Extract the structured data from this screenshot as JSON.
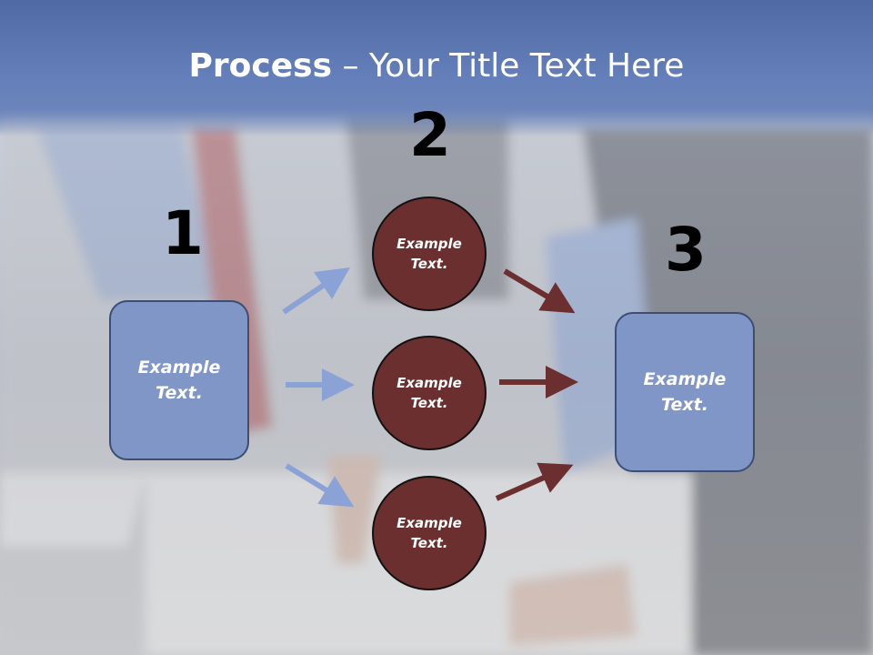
{
  "slide": {
    "title_bold": "Process",
    "title_rest": " – Your Title Text Here"
  },
  "steps": [
    {
      "number": "1",
      "text_line1": "Example",
      "text_line2": "Text."
    },
    {
      "number": "2",
      "circles": [
        {
          "text_line1": "Example",
          "text_line2": "Text."
        },
        {
          "text_line1": "Example",
          "text_line2": "Text."
        },
        {
          "text_line1": "Example",
          "text_line2": "Text."
        }
      ]
    },
    {
      "number": "3",
      "text_line1": "Example",
      "text_line2": "Text."
    }
  ],
  "colors": {
    "title_band": "#5a72a8",
    "box_fill": "#8096c6",
    "circle_fill": "#6b2f2f",
    "blue_arrow": "#8aa2d6",
    "red_arrow": "#6b2f2f"
  }
}
